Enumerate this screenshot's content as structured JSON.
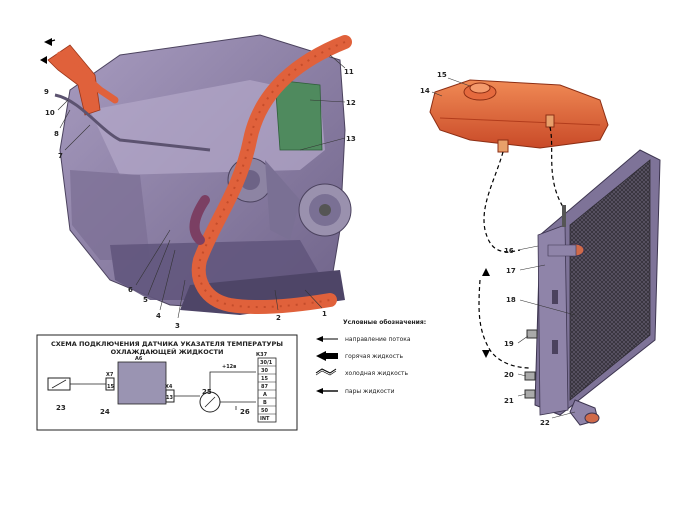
{
  "callouts": {
    "c1": "1",
    "c2": "2",
    "c3": "3",
    "c4": "4",
    "c5": "5",
    "c6": "6",
    "c7": "7",
    "c8": "8",
    "c9": "9",
    "c10": "10",
    "c11": "11",
    "c12": "12",
    "c13": "13",
    "c14": "14",
    "c15": "15",
    "c16": "16",
    "c17": "17",
    "c18": "18",
    "c19": "19",
    "c20": "20",
    "c21": "21",
    "c22": "22"
  },
  "legend": {
    "title": "Условные обозначения:",
    "items": [
      {
        "label": "направление потока"
      },
      {
        "label": "горячая жидкость"
      },
      {
        "label": "холодная жидкость"
      },
      {
        "label": "пары жидкости"
      }
    ]
  },
  "schematic": {
    "title_line1": "СХЕМА ПОДКЛЮЧЕНИЯ ДАТЧИКА УКАЗАТЕЛЯ ТЕМПЕРАТУРЫ",
    "title_line2": "ОХЛАЖДАЮЩЕЙ ЖИДКОСТИ",
    "block_label": "А6",
    "plus12": "+12в",
    "k37": "К37",
    "x7": "Х7",
    "x4": "Х4",
    "pin_a": "15",
    "pin_b": "13",
    "terminals": [
      "30/1",
      "30",
      "15",
      "87",
      "A",
      "B",
      "50",
      "INT"
    ],
    "c23": "23",
    "c24": "24",
    "c25": "25",
    "c26": "26"
  },
  "colors": {
    "hot": "#e0613b",
    "tank": "#e8683c",
    "engine": "#8f82a8",
    "radiator_frame": "#7e7398",
    "radiator_core": "#4a4a4a"
  }
}
